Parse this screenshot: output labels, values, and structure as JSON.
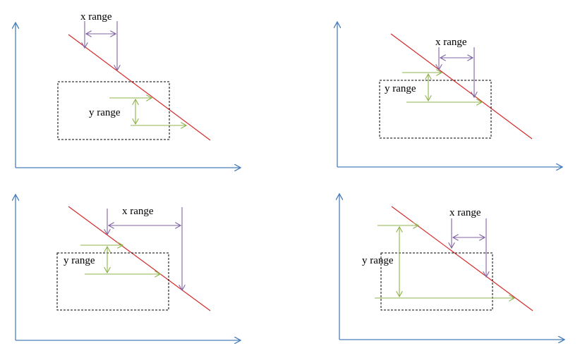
{
  "colors": {
    "axis": "#4a7ebb",
    "line": "#d42a2a",
    "x_range": "#8064a2",
    "y_range": "#8fb34b",
    "box": "#000000"
  },
  "panels": [
    {
      "name": "top-left",
      "x_label": "x range",
      "y_label": "y range"
    },
    {
      "name": "top-right",
      "x_label": "x range",
      "y_label": "y range"
    },
    {
      "name": "bottom-left",
      "x_label": "x range",
      "y_label": "y range"
    },
    {
      "name": "bottom-right",
      "x_label": "x range",
      "y_label": "y range"
    }
  ]
}
